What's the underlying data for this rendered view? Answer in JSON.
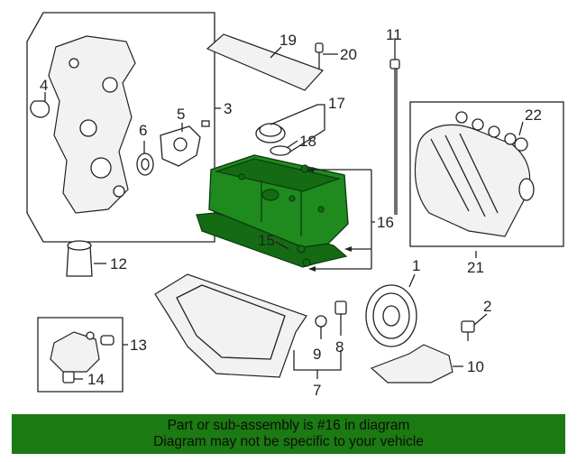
{
  "diagram": {
    "callouts": [
      "1",
      "2",
      "3",
      "4",
      "5",
      "6",
      "7",
      "8",
      "9",
      "10",
      "11",
      "12",
      "13",
      "14",
      "15",
      "16",
      "17",
      "18",
      "19",
      "20",
      "21",
      "22"
    ],
    "highlighted_part": "16",
    "highlight_color": "#1f8b1f"
  },
  "banner": {
    "line1": "Part or sub-assembly is #16 in diagram",
    "line2": "Diagram may not be specific to your vehicle",
    "background": "#1b7a11"
  }
}
